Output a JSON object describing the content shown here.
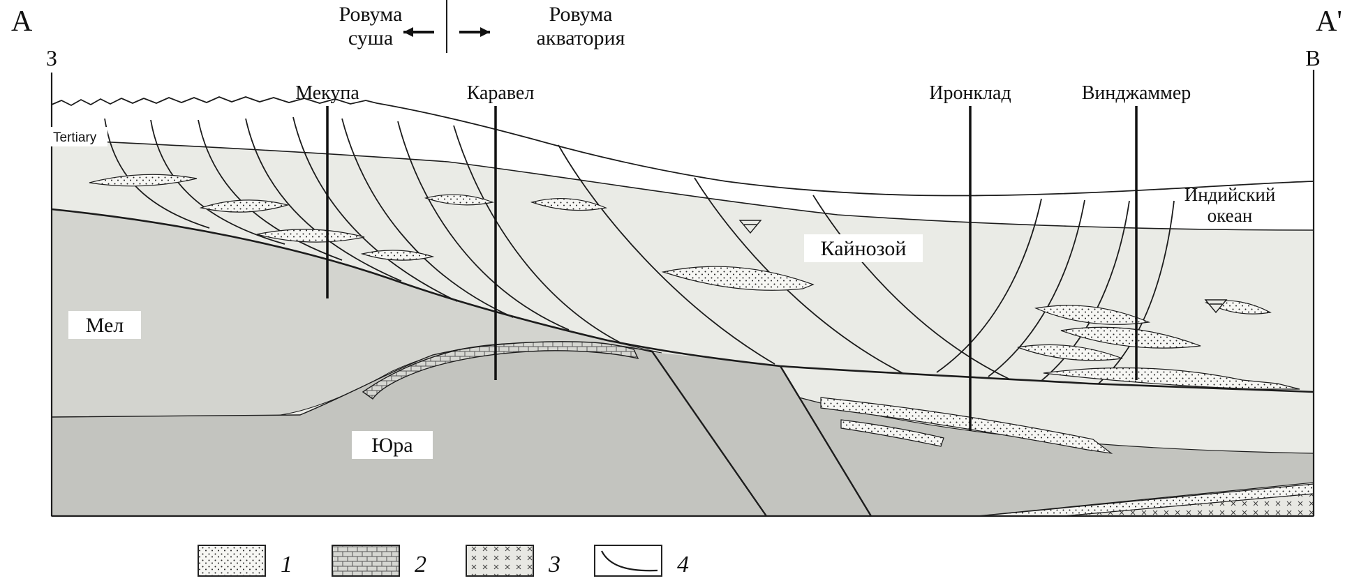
{
  "header": {
    "a": "А",
    "a_prime": "А'",
    "west": "З",
    "east": "В",
    "land": {
      "l1": "Ровума",
      "l2": "суша"
    },
    "offshore": {
      "l1": "Ровума",
      "l2": "акватория"
    }
  },
  "wells": [
    {
      "name": "Мекупа"
    },
    {
      "name": "Каравел"
    },
    {
      "name": "Иронклад"
    },
    {
      "name": "Винджаммер"
    }
  ],
  "units": {
    "tertiary": "Tertiary",
    "cenozoic": "Кайнозой",
    "cretaceous": "Мел",
    "jurassic": "Юра",
    "ocean": {
      "l1": "Индийский",
      "l2": "океан"
    }
  },
  "legend": {
    "items": [
      {
        "number": "1",
        "swatch": "dotted-sandstone"
      },
      {
        "number": "2",
        "swatch": "brick-limestone"
      },
      {
        "number": "3",
        "swatch": "cross-hatch-basement"
      },
      {
        "number": "4",
        "swatch": "fault-curve"
      }
    ]
  },
  "colors": {
    "background": "#ffffff",
    "cenozoic_fill": "#eaebe6",
    "cretaceous_fill": "#d3d4cf",
    "jurassic_fill": "#c3c4bf",
    "lens_fill": "#f6f6f3",
    "line": "#1c1c1c"
  }
}
